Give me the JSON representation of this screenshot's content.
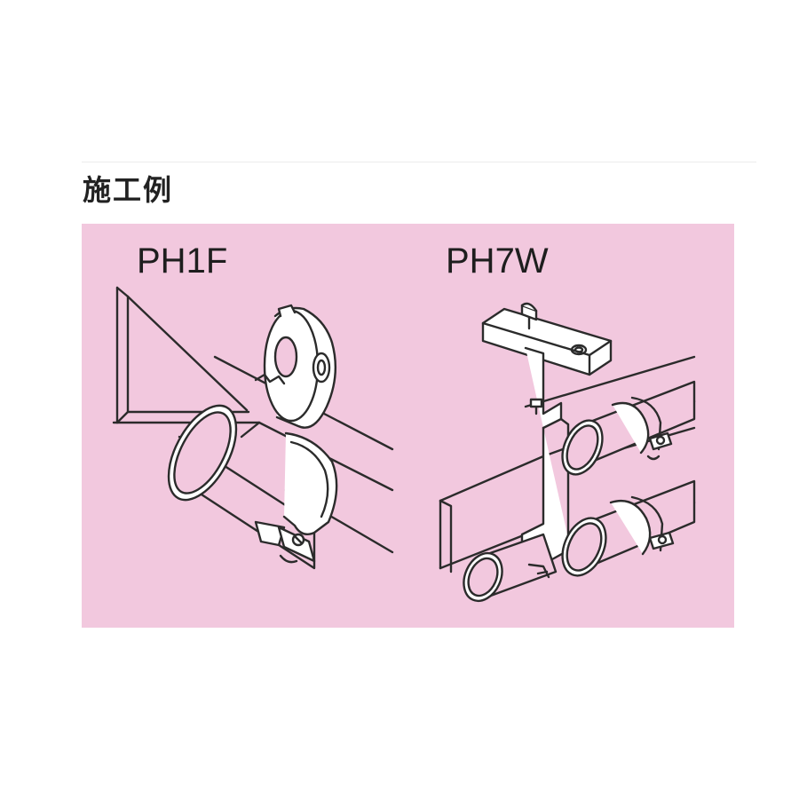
{
  "heading": "施工例",
  "panel": {
    "background_color": "#f2c8de",
    "left_label": "PH1F",
    "right_label": "PH7W"
  },
  "line_color": "#2b2b2b"
}
